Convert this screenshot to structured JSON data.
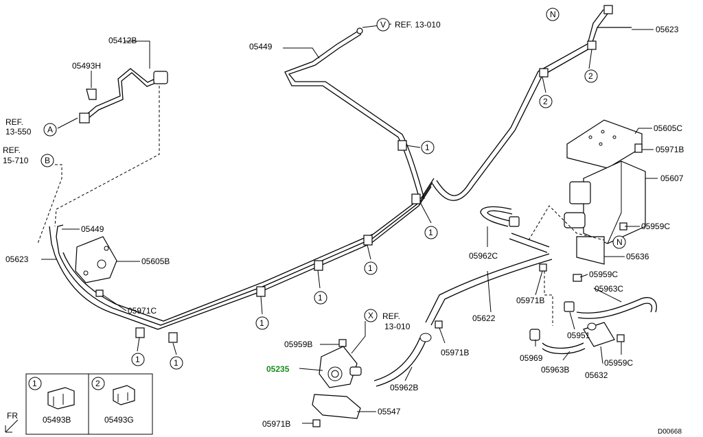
{
  "diagram": {
    "code": "D00668",
    "part_labels": {
      "p05412B": "05412B",
      "p05493H": "05493H",
      "p05449_top": "05449",
      "p05449_left": "05449",
      "p05623_left": "05623",
      "p05623_right": "05623",
      "p05605B": "05605B",
      "p05605C": "05605C",
      "p05971C": "05971C",
      "p05971B_a": "05971B",
      "p05971B_b": "05971B",
      "p05971B_c": "05971B",
      "p05971B_d": "05971B",
      "p05607": "05607",
      "p05959C_a": "05959C",
      "p05959C_b": "05959C",
      "p05959C_c": "05959C",
      "p05959B": "05959B",
      "p05636": "05636",
      "p05962C": "05962C",
      "p05962B": "05962B",
      "p05963C": "05963C",
      "p05963B": "05963B",
      "p05622": "05622",
      "p05951": "05951",
      "p05969": "05969",
      "p05632": "05632",
      "p05235": "05235",
      "p05547": "05547",
      "p05493B": "05493B",
      "p05493G": "05493G"
    },
    "references": {
      "ref_v": "REF. 13-010",
      "ref_x_1": "REF.",
      "ref_x_2": "13-010",
      "ref_a_1": "REF.",
      "ref_a_2": "13-550",
      "ref_b_1": "REF.",
      "ref_b_2": "15-710"
    },
    "callouts": {
      "A": "A",
      "B": "B",
      "V": "V",
      "X": "X",
      "N": "N",
      "one": "1",
      "two": "2"
    },
    "front_marker": "FR",
    "highlight_color": "#1a8a1a"
  }
}
